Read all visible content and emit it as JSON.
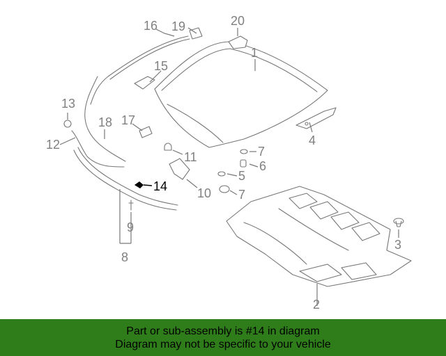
{
  "diagram": {
    "callouts": [
      {
        "id": "1",
        "label": "1"
      },
      {
        "id": "2",
        "label": "2"
      },
      {
        "id": "3",
        "label": "3"
      },
      {
        "id": "4",
        "label": "4"
      },
      {
        "id": "5",
        "label": "5"
      },
      {
        "id": "6",
        "label": "6"
      },
      {
        "id": "7a",
        "label": "7"
      },
      {
        "id": "7b",
        "label": "7"
      },
      {
        "id": "8",
        "label": "8"
      },
      {
        "id": "9",
        "label": "9"
      },
      {
        "id": "10",
        "label": "10"
      },
      {
        "id": "11",
        "label": "11"
      },
      {
        "id": "12",
        "label": "12"
      },
      {
        "id": "13",
        "label": "13"
      },
      {
        "id": "14",
        "label": "14",
        "highlighted": true
      },
      {
        "id": "15",
        "label": "15"
      },
      {
        "id": "16",
        "label": "16"
      },
      {
        "id": "17",
        "label": "17"
      },
      {
        "id": "18",
        "label": "18"
      },
      {
        "id": "19",
        "label": "19"
      },
      {
        "id": "20",
        "label": "20"
      }
    ]
  },
  "banner": {
    "line1": "Part or sub-assembly is #14 in diagram",
    "line2": "Diagram may not be specific to your vehicle",
    "background": "#2e7d1a"
  },
  "colors": {
    "linework": "#777777",
    "highlight": "#000000"
  }
}
